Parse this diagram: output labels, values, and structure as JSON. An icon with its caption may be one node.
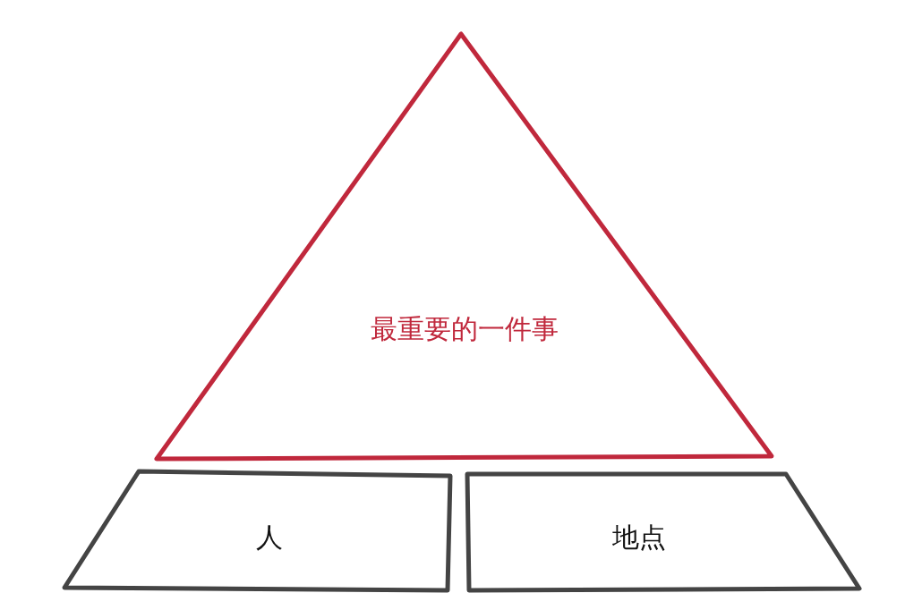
{
  "diagram": {
    "nodes": [
      {
        "text": [
          "最重要的一件事"
        ]
      },
      {
        "text": [
          "人"
        ]
      },
      {
        "text": [
          "地点"
        ]
      }
    ]
  }
}
